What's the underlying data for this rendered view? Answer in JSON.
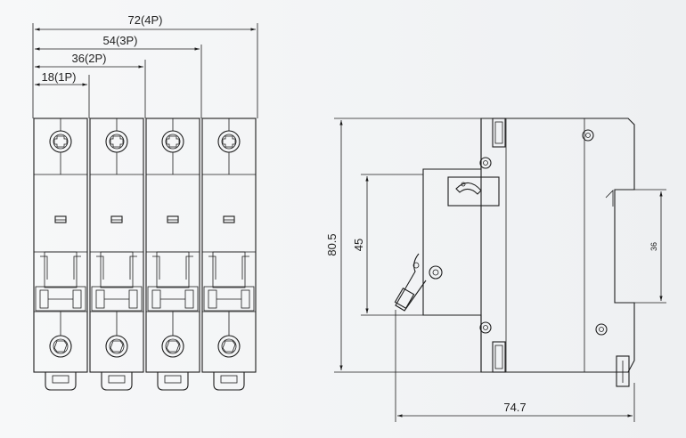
{
  "front_view": {
    "dimensions": [
      {
        "label": "72(4P)"
      },
      {
        "label": "54(3P)"
      },
      {
        "label": "36(2P)"
      },
      {
        "label": "18(1P)"
      }
    ],
    "pole_count": 4
  },
  "side_view": {
    "height_label": "80.5",
    "inner_height_label": "45",
    "rail_label": "36",
    "width_label": "74.7"
  }
}
